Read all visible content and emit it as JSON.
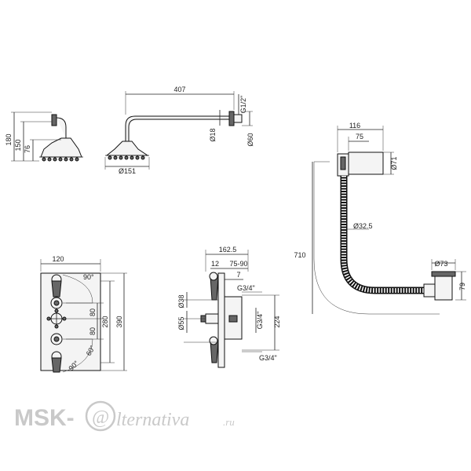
{
  "shower_head_side": {
    "dims": [
      "180",
      "150",
      "76"
    ]
  },
  "shower_arm": {
    "dims": [
      "407",
      "G1/2\"",
      "Ø18",
      "Ø60",
      "Ø151"
    ]
  },
  "bath_filler": {
    "dims": [
      "116",
      "75",
      "Ø71",
      "Ø32.5",
      "710",
      "Ø73",
      "79"
    ]
  },
  "valve_front": {
    "dims": [
      "120",
      "90°",
      "80",
      "80",
      "280",
      "390",
      "60°",
      "90°"
    ]
  },
  "valve_side": {
    "dims": [
      "162.5",
      "12",
      "75-90",
      "7",
      "G3/4\"",
      "Ø38",
      "Ø55",
      "G3/4\"",
      "224",
      "G3/4\""
    ]
  },
  "watermark": {
    "prefix": "MSK-",
    "at": "@",
    "suffix": "lternativa",
    "tld": ".ru"
  }
}
